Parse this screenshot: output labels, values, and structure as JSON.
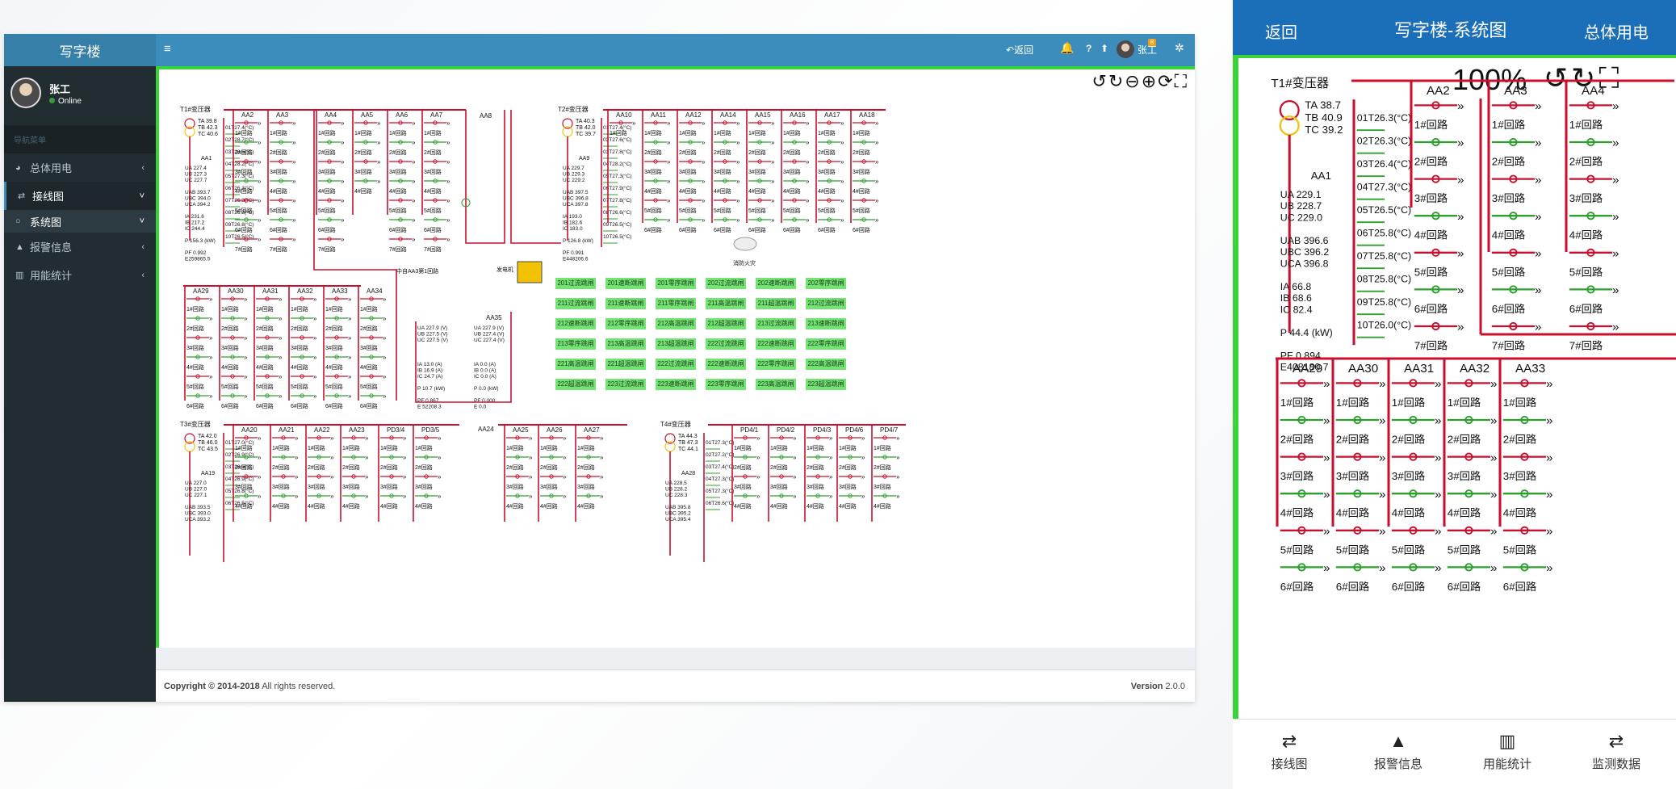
{
  "desktop": {
    "brand": "写字楼",
    "user": {
      "name": "张工",
      "status": "Online"
    },
    "nav_header": "导航菜单",
    "nav": [
      {
        "label": "总体用电",
        "icon": "pie-icon",
        "chev": "‹"
      },
      {
        "label": "接线图",
        "icon": "retweet-icon",
        "chev": "˅"
      },
      {
        "label": "系统图",
        "icon": "circle-icon",
        "chev": "˅"
      },
      {
        "label": "报警信息",
        "icon": "warning-icon",
        "chev": "‹"
      },
      {
        "label": "用能统计",
        "icon": "bar-chart-icon",
        "chev": "‹"
      }
    ],
    "topbar": {
      "back": "返回",
      "notify_count": "8",
      "help": "?",
      "pin": "⬆",
      "user": "张工"
    },
    "footer": {
      "copyright_bold": "Copyright © 2014-2018",
      "copyright_rest": " All rights reserved.",
      "version_bold": "Version",
      "version": " 2.0.0"
    },
    "diagram": {
      "transformers": [
        {
          "name": "T1#变压器",
          "ta": "TA 39.8",
          "tb": "TB 42.3",
          "tc": "TC 40.6",
          "bus": "AA1",
          "ua": "UA 227.4",
          "ub": "UB 227.3",
          "uc": "UC 227.7",
          "uab": "UAB 393.7",
          "ubc": "UBC 394.0",
          "uca": "UCA 394.2",
          "ia": "IA 231.6",
          "ib": "IB 217.2",
          "ic": "IC 244.4",
          "p": "P 156.3 (kW)",
          "pf": "PF 0.992",
          "e": "E259865.5"
        },
        {
          "name": "T2#变压器",
          "ta": "TA 40.3",
          "tb": "TB 42.0",
          "tc": "TC 39.7",
          "bus": "AA9",
          "ua": "UA 229.7",
          "ub": "UB 229.3",
          "uc": "UC 229.2",
          "uab": "UAB 397.5",
          "ubc": "UBC 396.8",
          "uca": "UCA 397.8",
          "ia": "IA 193.0",
          "ib": "IB 182.6",
          "ic": "IC 183.0",
          "p": "P 126.8 (kW)",
          "pf": "PF 0.991",
          "e": "E448206.6"
        },
        {
          "name": "T3#变压器",
          "ta": "TA 42.0",
          "tb": "TB 46.0",
          "tc": "TC 43.5",
          "bus": "AA19",
          "ua": "UA 227.0",
          "ub": "UB 227.0",
          "uc": "UC 227.1",
          "uab": "UAB 393.5",
          "ubc": "UBC 393.0",
          "uca": "UCA 393.2",
          "ia": "",
          "ib": "",
          "ic": "",
          "p": "",
          "pf": "",
          "e": ""
        },
        {
          "name": "T4#变压器",
          "ta": "TA 44.3",
          "tb": "TB 47.3",
          "tc": "TC 44.1",
          "bus": "AA28",
          "ua": "UA 228.5",
          "ub": "UB 228.2",
          "uc": "UC 228.3",
          "uab": "UAB 395.8",
          "ubc": "UBC 395.2",
          "uca": "UCA 395.4",
          "ia": "",
          "ib": "",
          "ic": "",
          "p": "",
          "pf": "",
          "e": ""
        }
      ],
      "temps_t1": [
        "01T27.4(°C)",
        "02T28.7(°C)",
        "03T28.6(°C)",
        "04T28.2(°C)",
        "05T27.3(°C)",
        "06T26.3(°C)",
        "07T26.3(°C)",
        "08T26.3(°C)",
        "09T26.8(°C)",
        "10T26.5(°C)"
      ],
      "temps_t2": [
        "01T27.4(°C)",
        "02T27.6(°C)",
        "03T27.8(°C)",
        "04T28.2(°C)",
        "05T27.3(°C)",
        "06T27.9(°C)",
        "07T27.8(°C)",
        "08T26.6(°C)",
        "09T26.5(°C)",
        "10T26.5(°C)"
      ],
      "temps_t3": [
        "01T27.0(°C)",
        "02T26.9(°C)",
        "03T26.9(°C)",
        "04T26.9(°C)",
        "05T26.8(°C)",
        "06T26.5(°C)"
      ],
      "temps_t4": [
        "01T27.3(°C)",
        "02T27.2(°C)",
        "03T27.4(°C)",
        "04T27.3(°C)",
        "05T27.3(°C)",
        "06T26.6(°C)"
      ],
      "row1_feeders": [
        "AA2",
        "AA3",
        "AA4",
        "AA5",
        "AA6",
        "AA7",
        "AA8"
      ],
      "row1b_feeders": [
        "AA10",
        "AA11",
        "AA12",
        "AA14",
        "AA15",
        "AA16",
        "AA17",
        "AA18"
      ],
      "row2_feeders": [
        "AA29",
        "AA30",
        "AA31",
        "AA32",
        "AA33",
        "AA34"
      ],
      "row3_feeders": [
        "AA20",
        "AA21",
        "AA22",
        "AA23",
        "PD3/4",
        "PD3/5",
        "AA24",
        "AA25",
        "AA26",
        "AA27"
      ],
      "row3b_feeders": [
        "PD4/1",
        "PD4/2",
        "PD4/3",
        "PD4/6",
        "PD4/7"
      ],
      "circuit_label": "回路",
      "center_label": "中自AA3第1回路",
      "generator_label": "发电机",
      "fire_label": "消防火灾",
      "aa35": {
        "name": "AA35",
        "left": {
          "ua": "UA 227.9 (V)",
          "ub": "UB 227.5 (V)",
          "uc": "UC 227.5 (V)",
          "ia": "IA 13.0 (A)",
          "ib": "IB 16.9 (A)",
          "ic": "IC 24.7 (A)",
          "p": "P 10.7 (kW)",
          "pf": "PF 0.867",
          "e": "E 52208.3"
        },
        "right": {
          "ua": "UA 227.9 (V)",
          "ub": "UB 227.4 (V)",
          "uc": "UC 227.4 (V)",
          "ia": "IA 0.0 (A)",
          "ib": "IB 0.0 (A)",
          "ic": "IC 0.0 (A)",
          "p": "P 0.0 (kW)",
          "pf": "PF 0.000",
          "e": "E 0.0"
        }
      },
      "breakers": [
        [
          "201过流跳闸",
          "201速断跳闸",
          "201零序跳闸",
          "202过流跳闸",
          "202速断跳闸",
          "202零序跳闸"
        ],
        [
          "211过流跳闸",
          "211速断跳闸",
          "211零序跳闸",
          "211高温跳闸",
          "211超温跳闸",
          "212过流跳闸"
        ],
        [
          "212速断跳闸",
          "212零序跳闸",
          "212高温跳闸",
          "212超温跳闸",
          "213过流跳闸",
          "213速断跳闸"
        ],
        [
          "213零序跳闸",
          "213高温跳闸",
          "213超温跳闸",
          "222过流跳闸",
          "222速断跳闸",
          "222零序跳闸"
        ],
        [
          "221高温跳闸",
          "221超温跳闸",
          "222过流跳闸",
          "222速断跳闸",
          "222零序跳闸",
          "222高温跳闸"
        ],
        [
          "222超温跳闸",
          "223过流跳闸",
          "223速断跳闸",
          "223零序跳闸",
          "223高温跳闸",
          "223超温跳闸"
        ]
      ]
    }
  },
  "mobile": {
    "header": {
      "back": "返回",
      "title": "写字楼-系统图",
      "right": "总体用电"
    },
    "zoom": "100%",
    "transformer": {
      "name": "T1#变压器",
      "ta": "TA 38.7",
      "tb": "TB 40.9",
      "tc": "TC 39.2",
      "bus": "AA1",
      "ua": "UA 229.1",
      "ub": "UB 228.7",
      "uc": "UC 229.0",
      "uab": "UAB 396.6",
      "ubc": "UBC 396.2",
      "uca": "UCA 396.8",
      "ia": "IA 66.8",
      "ib": "IB 68.6",
      "ic": "IC 82.4",
      "p": "P 44.4 (kW)",
      "pf": "PF 0.894",
      "e": "E408180.7"
    },
    "temps": [
      "01T26.3(°C)",
      "02T26.3(°C)",
      "03T26.4(°C)",
      "04T27.3(°C)",
      "05T26.5(°C)",
      "06T25.8(°C)",
      "07T25.8(°C)",
      "08T25.8(°C)",
      "09T25.8(°C)",
      "10T26.0(°C)"
    ],
    "feeders_top": [
      "AA2",
      "AA3",
      "AA4"
    ],
    "feeders_bottom": [
      "AA29",
      "AA30",
      "AA31",
      "AA32",
      "AA33"
    ],
    "tabs": [
      {
        "label": "接线图",
        "icon": "retweet-icon"
      },
      {
        "label": "报警信息",
        "icon": "warning-icon"
      },
      {
        "label": "用能统计",
        "icon": "bar-chart-icon"
      },
      {
        "label": "监测数据",
        "icon": "retweet-icon"
      }
    ]
  }
}
